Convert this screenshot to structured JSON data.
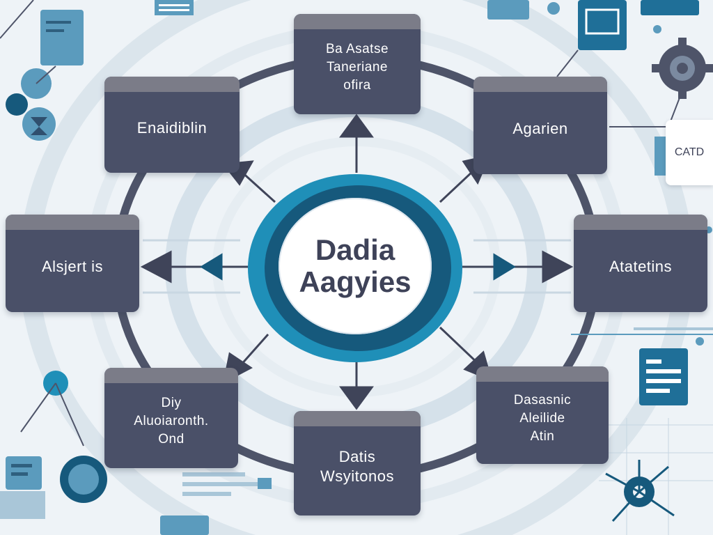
{
  "center": {
    "line1": "Dadia",
    "line2": "Aagyies"
  },
  "nodes": {
    "top": {
      "line1": "Ba Asatse",
      "line2": "Taneriane",
      "line3": "ofira"
    },
    "top_left": {
      "label": "Enaidiblin"
    },
    "top_right": {
      "label": "Agarien"
    },
    "left": {
      "label": "Alsjert is"
    },
    "right": {
      "label": "Atatetins"
    },
    "bottom_left": {
      "line1": "Diy",
      "line2": "Aluoiaronth.",
      "line3": "Ond"
    },
    "bottom": {
      "line1": "Datis",
      "line2": "Wsyitonos"
    },
    "bottom_right": {
      "line1": "Dasasnic",
      "line2": "Aleilide",
      "line3": "Atin"
    }
  },
  "side_card": {
    "label": "CATD"
  },
  "colors": {
    "background": "#eef3f7",
    "node_fill": "#4a5068",
    "node_header": "#7b7c88",
    "accent_blue": "#1f8fb8",
    "accent_dark_blue": "#16597c",
    "arrow": "#3f4459",
    "deco_blue": "#5b9bbd",
    "deco_light": "#a9c6d8"
  }
}
